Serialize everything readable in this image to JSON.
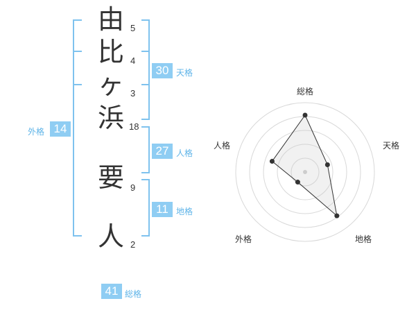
{
  "name": {
    "characters": [
      {
        "char": "由",
        "strokes": "5"
      },
      {
        "char": "比",
        "strokes": "4"
      },
      {
        "char": "ヶ",
        "strokes": "3"
      },
      {
        "char": "浜",
        "strokes": "18"
      },
      {
        "char": "要",
        "strokes": "9"
      },
      {
        "char": "人",
        "strokes": "2"
      }
    ]
  },
  "scores": {
    "tenkaku": {
      "value": "30",
      "label": "天格"
    },
    "jinkaku": {
      "value": "27",
      "label": "人格"
    },
    "chikaku": {
      "value": "11",
      "label": "地格"
    },
    "gaikaku": {
      "value": "14",
      "label": "外格"
    },
    "soukaku": {
      "value": "41",
      "label": "総格"
    }
  },
  "radar": {
    "axes": [
      "総格",
      "天格",
      "地格",
      "外格",
      "人格"
    ],
    "values": [
      0.82,
      0.34,
      0.78,
      0.18,
      0.5
    ]
  },
  "colors": {
    "accent": "#8fcdf3",
    "bracket": "#7ec2ee",
    "text": "#333333"
  }
}
